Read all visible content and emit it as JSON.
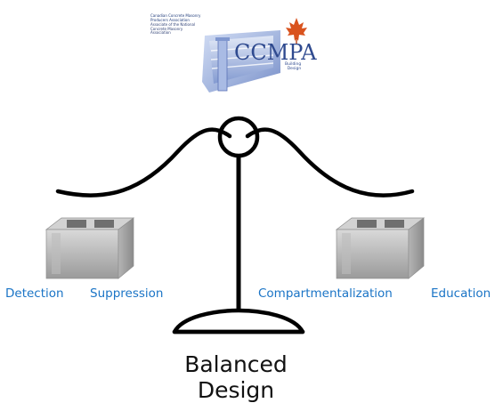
{
  "logo": {
    "org_lines": [
      "Canadian Concrete Masonry",
      "Producers Association"
    ],
    "affiliate_lines": [
      "Associate of the National",
      "Concrete Masonry",
      "Association"
    ],
    "acronym": "CCMPA",
    "tagline_lines": [
      "Building",
      "Design"
    ]
  },
  "labels": {
    "detection": "Detection",
    "suppression": "Suppression",
    "compartmentalization": "Compartmentalization",
    "education": "Education"
  },
  "caption": {
    "line1": "Balanced",
    "line2": "Design"
  },
  "colors": {
    "label_blue": "#1a74c6",
    "logo_blue": "#2f4a8f",
    "maple_leaf": "#d9531e",
    "scale_black": "#000000"
  }
}
